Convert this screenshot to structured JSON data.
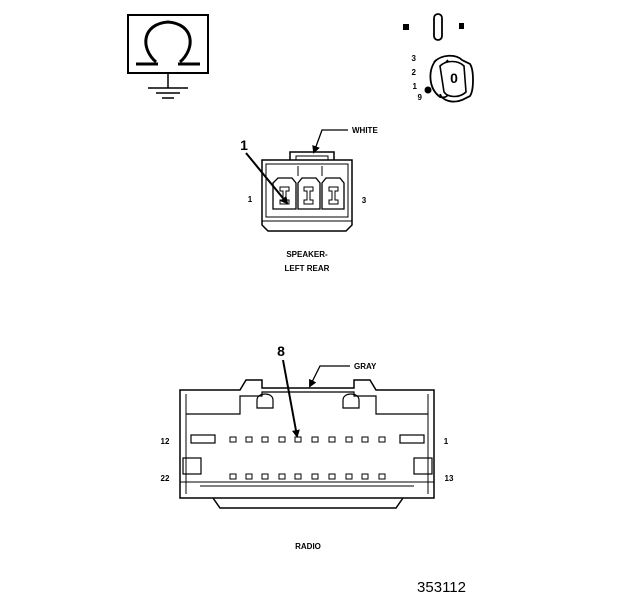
{
  "ohmmeter_symbol": {
    "icon": "ohm-meter-ground-icon"
  },
  "ignition_switch": {
    "icon": "ignition-key-switch-icon",
    "positions": [
      "3",
      "2",
      "1",
      "9"
    ],
    "key_label": "0"
  },
  "speaker_connector": {
    "color_label": "WHITE",
    "callout": "1",
    "pin_left": "1",
    "pin_right": "3",
    "name_line1": "SPEAKER-",
    "name_line2": "LEFT REAR"
  },
  "radio_connector": {
    "color_label": "GRAY",
    "callout": "8",
    "pin_top_left": "12",
    "pin_top_right": "1",
    "pin_bottom_left": "22",
    "pin_bottom_right": "13",
    "name": "RADIO"
  },
  "figure_number": "353112"
}
